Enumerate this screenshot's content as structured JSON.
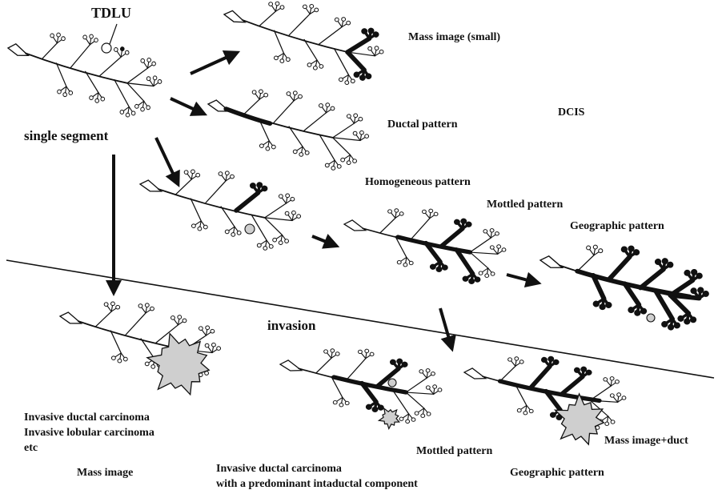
{
  "labels": {
    "tdlu": "TDLU",
    "single_segment": "single segment",
    "mass_small": "Mass image (small)",
    "ductal": "Ductal pattern",
    "dcis": "DCIS",
    "homogeneous": "Homogeneous pattern",
    "mottled_top": "Mottled pattern",
    "geographic_top": "Geographic pattern",
    "invasion": "invasion",
    "idc_line1": "Invasive ductal carcinoma",
    "idc_line2": "Invasive lobular carcinoma",
    "idc_line3": "etc",
    "mass_image": "Mass image",
    "idc_pred_line1": "Invasive ductal carcinoma",
    "idc_pred_line2": "with a predominant intaductal component",
    "mottled_bottom": "Mottled pattern",
    "geographic_bottom": "Geographic pattern",
    "mass_duct": "Mass image+duct"
  },
  "colors": {
    "ink": "#111111",
    "tumor_fill": "#cfcfcf",
    "background": "#ffffff"
  }
}
